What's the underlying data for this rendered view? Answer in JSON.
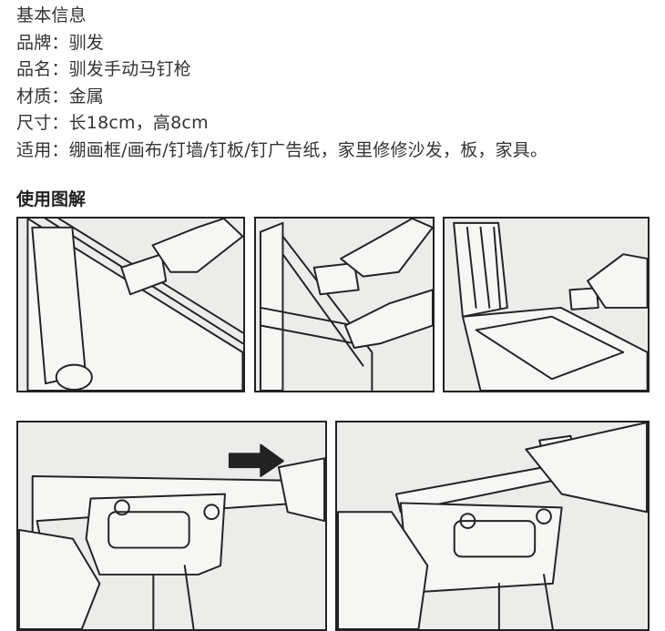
{
  "basic_info": {
    "title": "基本信息",
    "brand": "品牌：驯发",
    "product_name": "品名：驯发手动马钉枪",
    "material": "材质：金属",
    "size": "尺寸：长18cm，高8cm",
    "usage": "适用：绷画框/画布/钉墙/钉板/钉广告纸，家里修修沙发，板，家具。"
  },
  "diagram_section": {
    "title": "使用图解",
    "panels": [
      {
        "icon": "staple-gun-canvas-frame-illustration"
      },
      {
        "icon": "staple-gun-wood-frame-illustration"
      },
      {
        "icon": "staple-gun-chair-seat-illustration"
      },
      {
        "icon": "staple-gun-open-loading-illustration"
      },
      {
        "icon": "staple-gun-insert-staples-illustration"
      }
    ]
  }
}
